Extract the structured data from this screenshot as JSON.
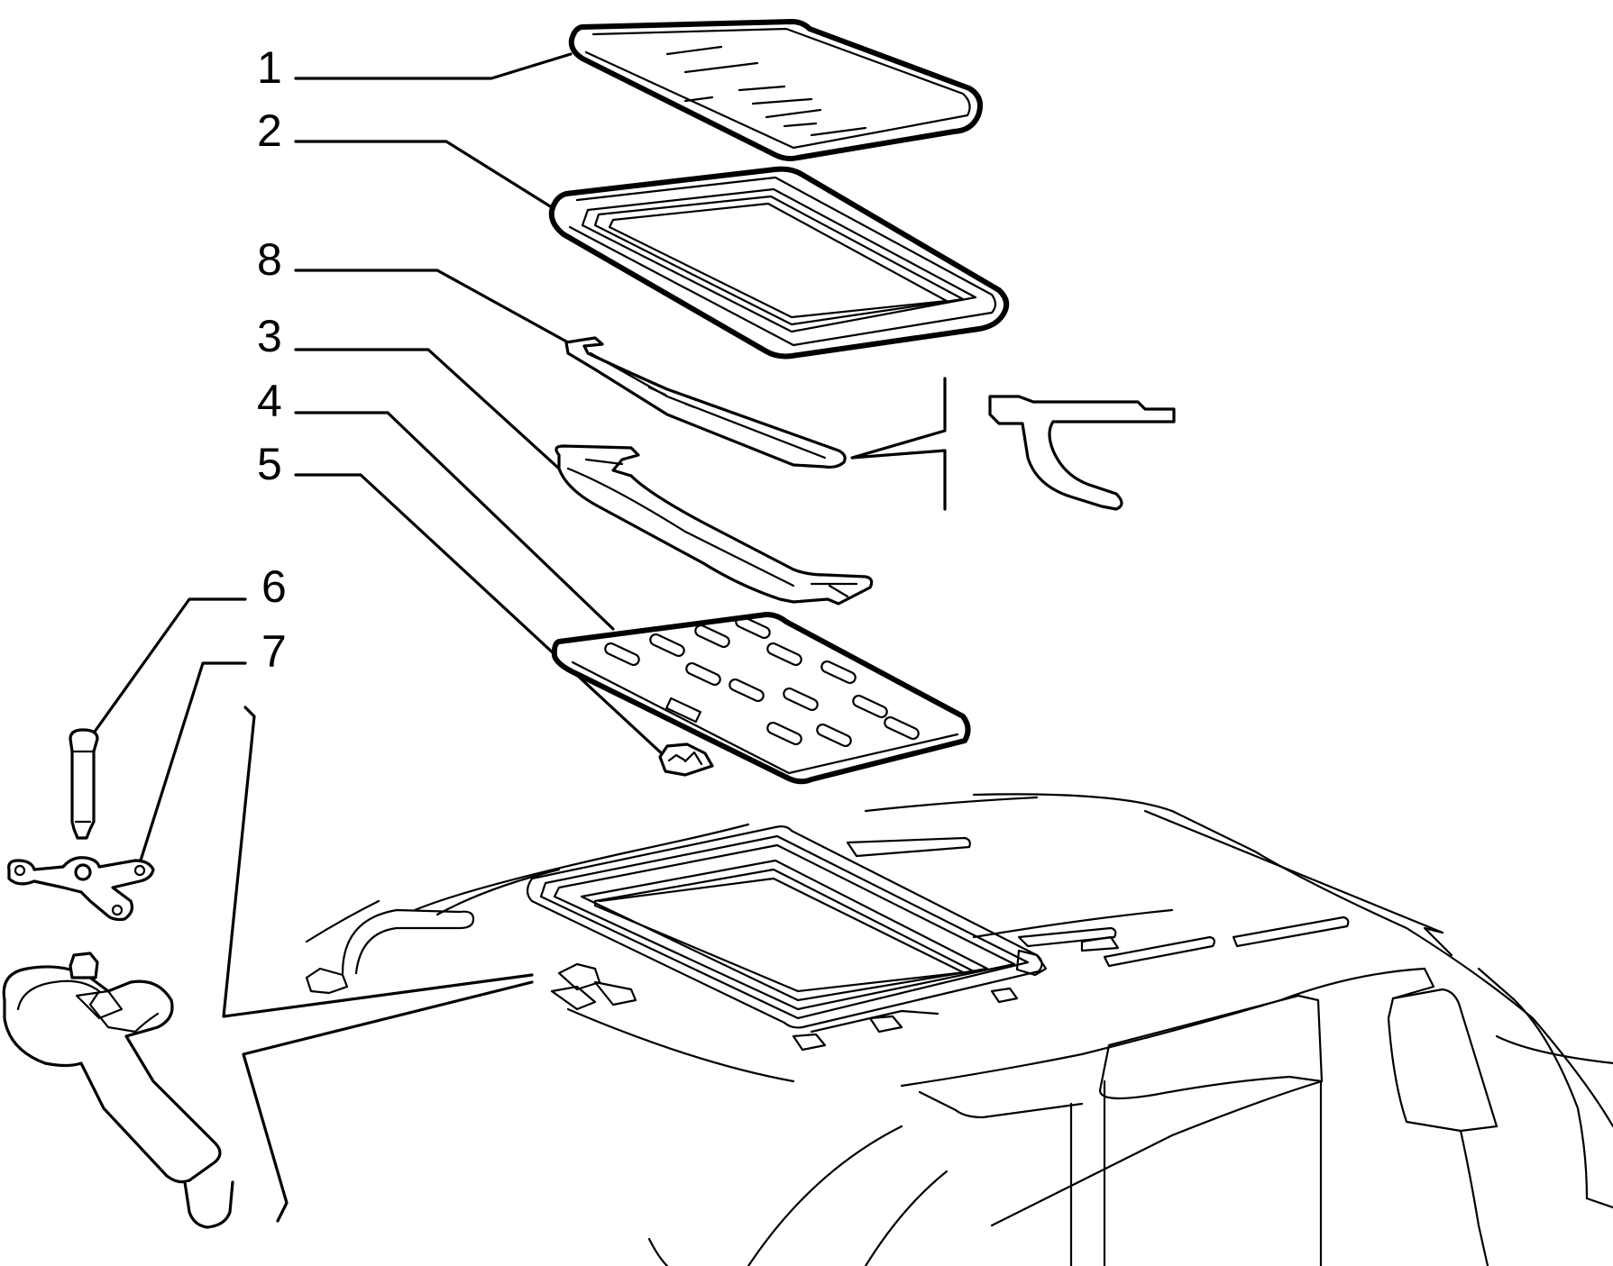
{
  "callouts": [
    {
      "id": "1",
      "label": "1"
    },
    {
      "id": "2",
      "label": "2"
    },
    {
      "id": "8",
      "label": "8"
    },
    {
      "id": "3",
      "label": "3"
    },
    {
      "id": "4",
      "label": "4"
    },
    {
      "id": "5",
      "label": "5"
    },
    {
      "id": "6",
      "label": "6"
    },
    {
      "id": "7",
      "label": "7"
    }
  ],
  "colors": {
    "line": "#000000",
    "background": "#ffffff"
  }
}
